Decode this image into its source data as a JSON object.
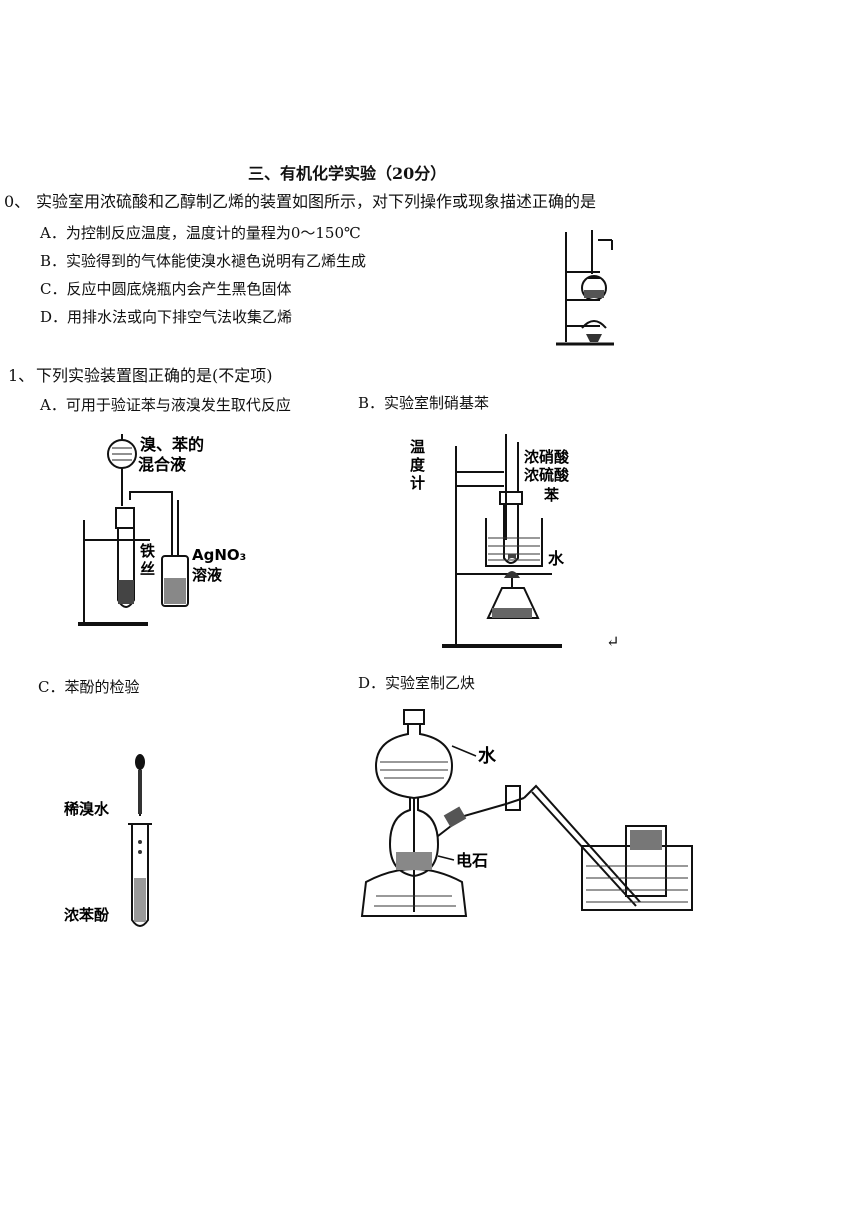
{
  "section_title": "三、有机化学实验（20分）",
  "q10": {
    "number": "0、",
    "stem": "实验室用浓硫酸和乙醇制乙烯的装置如图所示，对下列操作或现象描述正确的是",
    "options": [
      "A．为控制反应温度，温度计的量程为0～150℃",
      "B．实验得到的气体能使溴水褪色说明有乙烯生成",
      "C．反应中圆底烧瓶内会产生黑色固体",
      "D．用排水法或向下排空气法收集乙烯"
    ]
  },
  "q11": {
    "number": "1、",
    "stem": "下列实验装置图正确的是(不定项)",
    "option_a": "A．可用于验证苯与液溴发生取代反应",
    "option_b": "B．实验室制硝基苯",
    "option_c": "C．苯酚的检验",
    "option_d": "D．实验室制乙炔",
    "fig_a": {
      "label1": "溴、苯的",
      "label2": "混合液",
      "label3": "铁",
      "label4": "丝",
      "label5": "AgNO₃",
      "label6": "溶液"
    },
    "fig_b": {
      "label1": "温",
      "label2": "度",
      "label3": "计",
      "label4": "浓硝酸",
      "label5": "浓硫酸",
      "label6": "苯",
      "label7": "水"
    },
    "fig_c": {
      "label1": "稀溴水",
      "label2": "浓苯酚"
    },
    "fig_d": {
      "label1": "水",
      "label2": "电石"
    },
    "return_mark": "↵"
  }
}
